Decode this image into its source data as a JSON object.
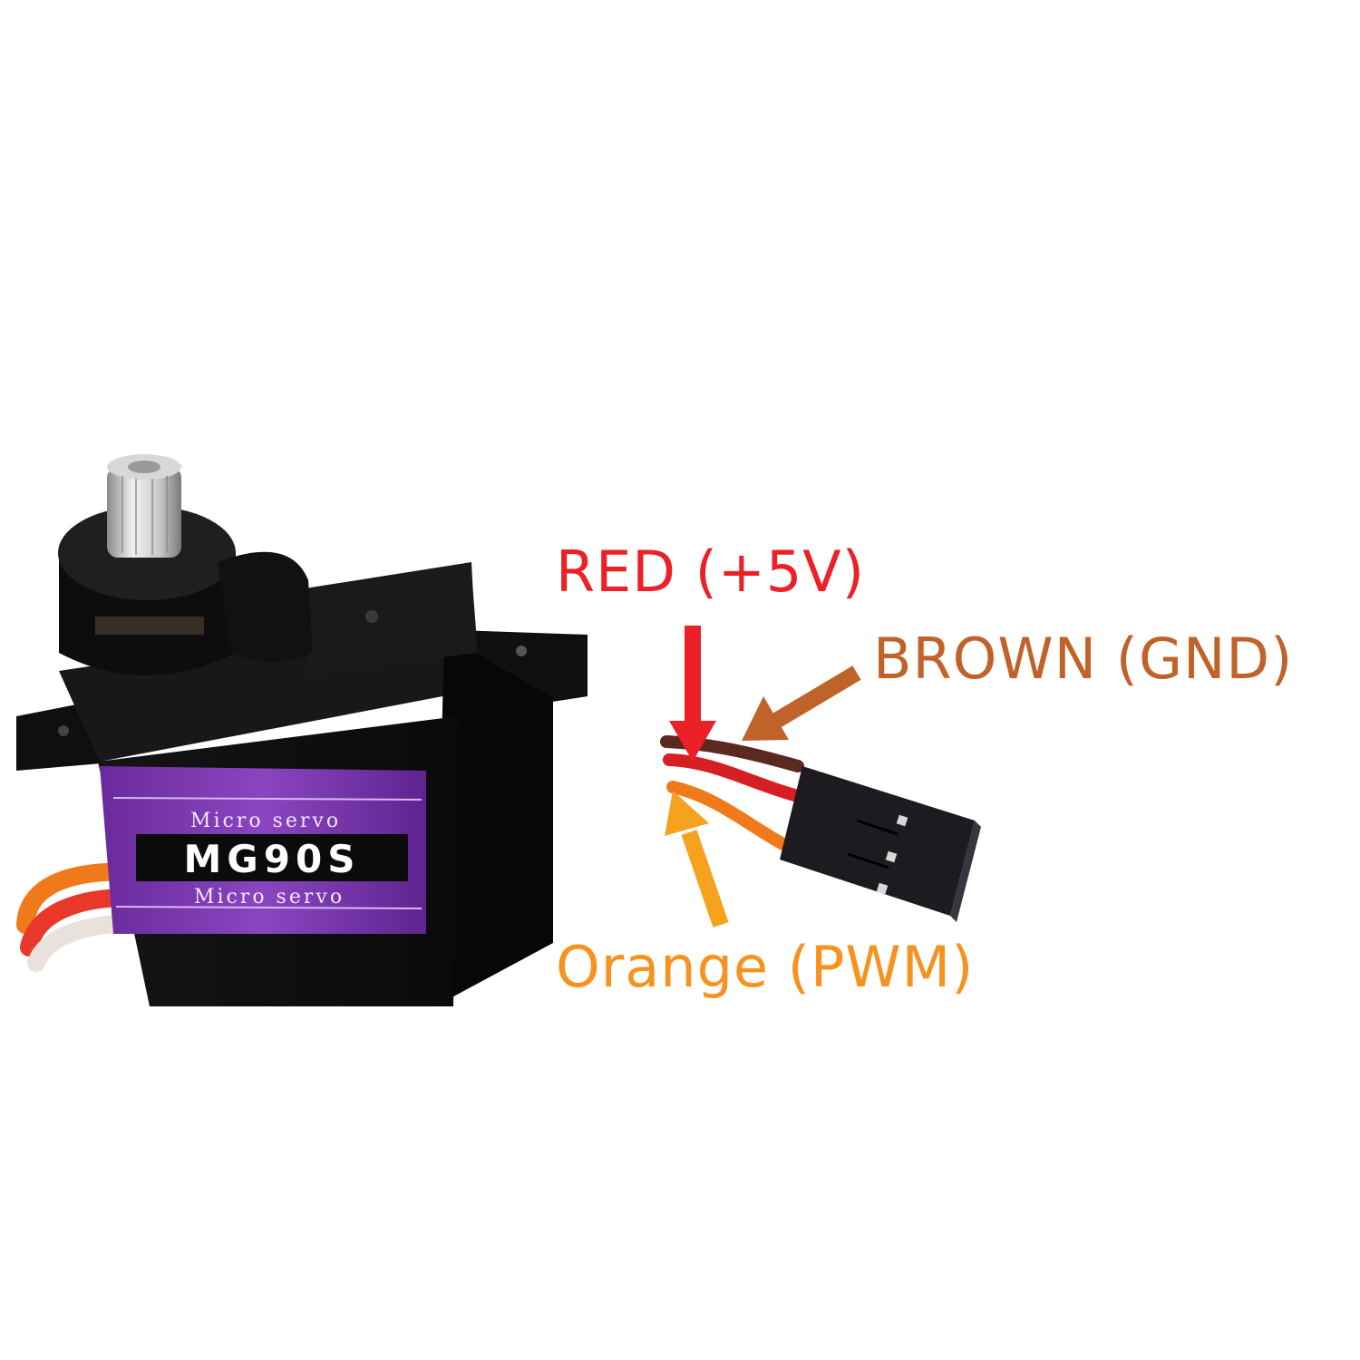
{
  "servo": {
    "model": "MG90S",
    "label_top": "Micro servo",
    "label_bottom": "Micro servo"
  },
  "wires": [
    {
      "label": "RED (+5V)",
      "color": "#ec2026"
    },
    {
      "label": "BROWN (GND)",
      "color": "#c0632a"
    },
    {
      "label": "Orange (PWM)",
      "color": "#f7921e"
    }
  ]
}
